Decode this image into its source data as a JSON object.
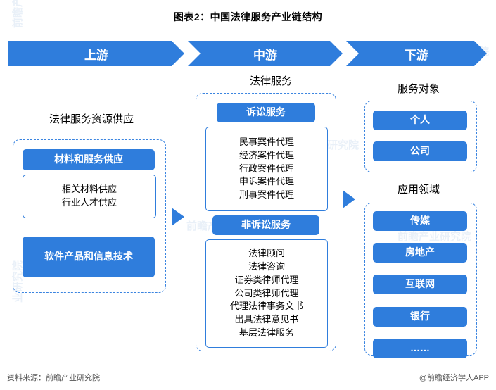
{
  "title": "图表2：中国法律服务产业链结构",
  "banner": [
    {
      "label": "上游"
    },
    {
      "label": "中游"
    },
    {
      "label": "下游"
    }
  ],
  "upstream": {
    "heading": "法律服务资源供应",
    "group1_header": "材料和服务供应",
    "group1_items": [
      "相关材料供应",
      "行业人才供应"
    ],
    "group2": "软件产品和信息技术"
  },
  "midstream": {
    "heading": "法律服务",
    "group1_header": "诉讼服务",
    "group1_items": [
      "民事案件代理",
      "经济案件代理",
      "行政案件代理",
      "申诉案件代理",
      "刑事案件代理"
    ],
    "group2_header": "非诉讼服务",
    "group2_items": [
      "法律顾问",
      "法律咨询",
      "证券类律师代理",
      "公司类律师代理",
      "代理法律事务文书",
      "出具法律意见书",
      "基层法律服务"
    ]
  },
  "downstream": {
    "heading1": "服务对象",
    "objects": [
      "个人",
      "公司"
    ],
    "heading2": "应用领域",
    "fields": [
      "传媒",
      "房地产",
      "互联网",
      "银行",
      "……"
    ]
  },
  "footer": {
    "source": "资料来源：前瞻产业研究院",
    "credit": "@前瞻经济学人APP"
  },
  "watermarks": [
    "前瞻产业研究院",
    "前瞻产业研究院",
    "前瞻产业研究院",
    "前瞻产业研究院",
    "业研究院"
  ],
  "colors": {
    "accent": "#2f7ddc",
    "dash_border": "#3a84e0",
    "text": "#000000"
  }
}
